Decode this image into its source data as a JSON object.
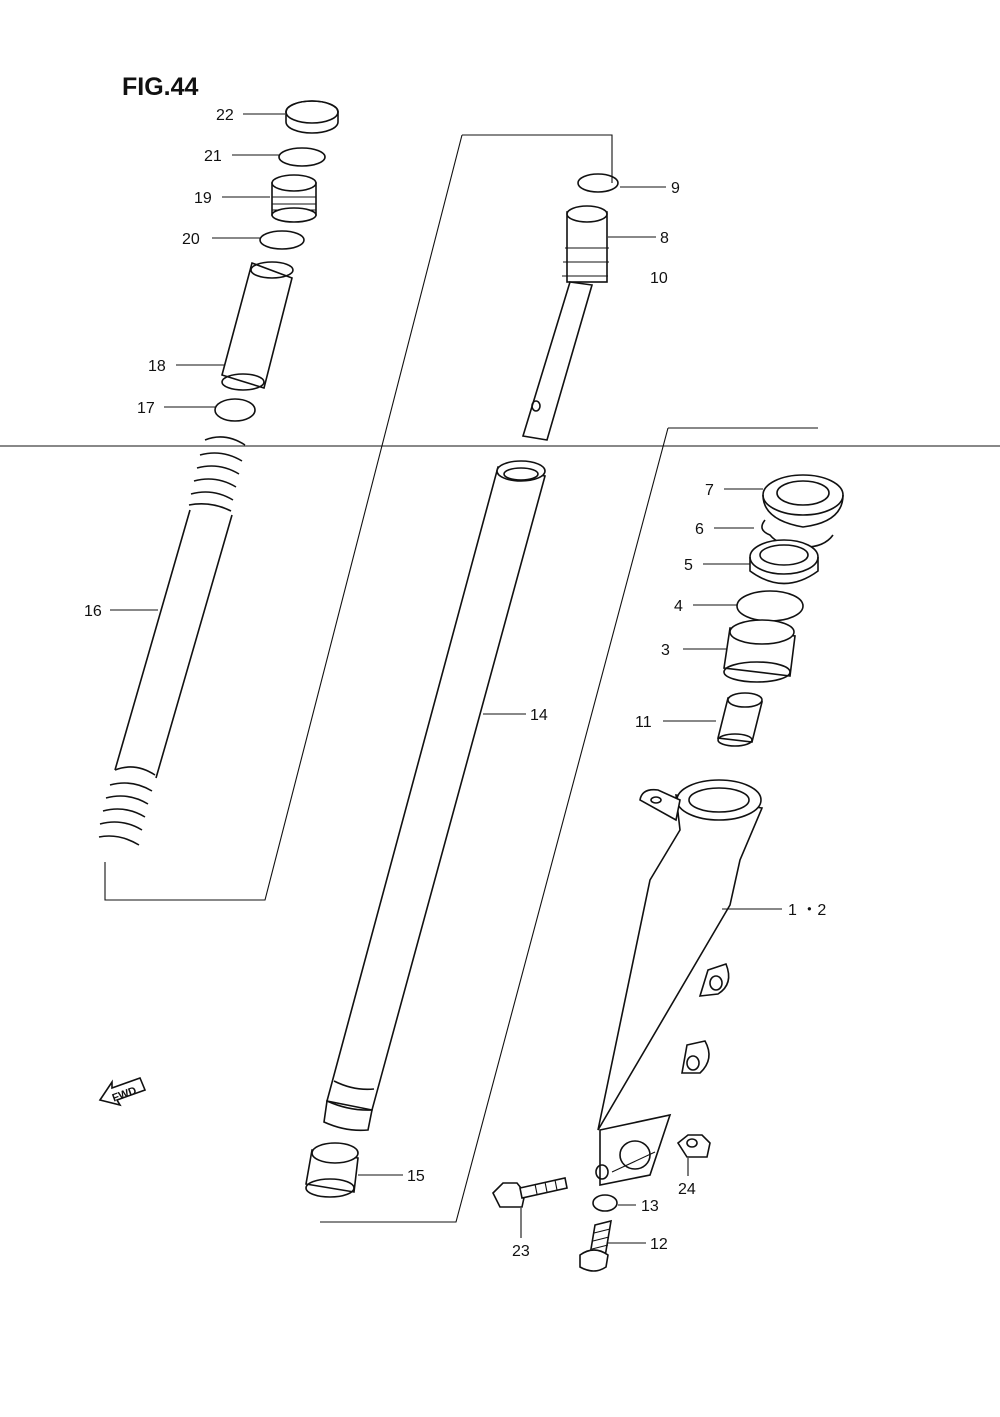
{
  "figure": {
    "title": "FIG.44"
  },
  "direction": {
    "label": "FWD"
  },
  "callouts": {
    "p22": "22",
    "p21": "21",
    "p19": "19",
    "p20": "20",
    "p18": "18",
    "p17": "17",
    "p16": "16",
    "p9": "9",
    "p8": "8",
    "p10": "10",
    "p14": "14",
    "p15": "15",
    "p7": "7",
    "p6": "6",
    "p5": "5",
    "p4": "4",
    "p3": "3",
    "p11": "11",
    "p1_2": "1 ・2",
    "p24": "24",
    "p13": "13",
    "p23": "23",
    "p12": "12"
  }
}
